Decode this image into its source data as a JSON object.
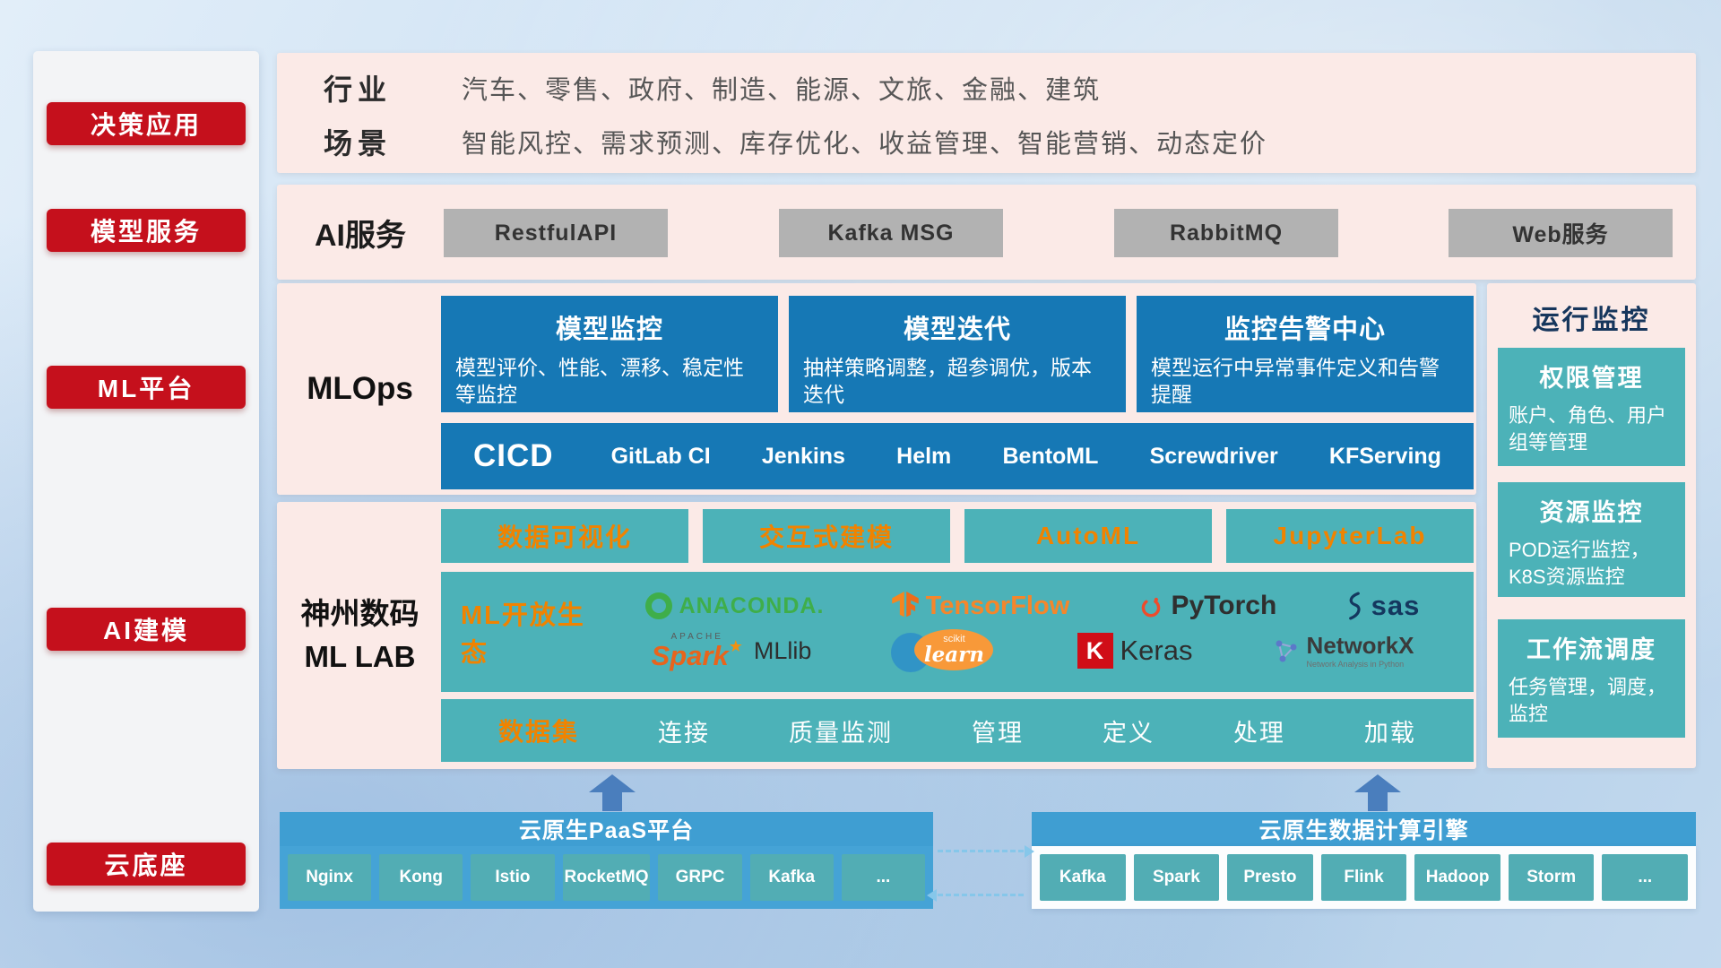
{
  "colors": {
    "accent_red": "#c5101c",
    "panel_pink": "#fbeae7",
    "primary_blue": "#1678b5",
    "teal": "#4cb2b8",
    "accent_orange": "#f08300",
    "cloud_blue": "#3f9ed2",
    "chip_teal": "#52adb4",
    "navy_text": "#16365c"
  },
  "sidebar": {
    "items": [
      "决策应用",
      "模型服务",
      "ML平台",
      "AI建模",
      "云底座"
    ]
  },
  "overview": {
    "industry_label": "行业",
    "industry_value": "汽车、零售、政府、制造、能源、文旅、金融、建筑",
    "scene_label": "场景",
    "scene_value": "智能风控、需求预测、库存优化、收益管理、智能营销、动态定价"
  },
  "ai_service": {
    "label": "AI服务",
    "items": [
      "RestfulAPI",
      "Kafka MSG",
      "RabbitMQ",
      "Web服务"
    ]
  },
  "mlops": {
    "label": "MLOps",
    "cards": [
      {
        "title": "模型监控",
        "desc": "模型评价、性能、漂移、稳定性等监控"
      },
      {
        "title": "模型迭代",
        "desc": "抽样策略调整，超参调优，版本迭代"
      },
      {
        "title": "监控告警中心",
        "desc": "模型运行中异常事件定义和告警提醒"
      }
    ],
    "cicd_label": "CICD",
    "cicd_items": [
      "GitLab CI",
      "Jenkins",
      "Helm",
      "BentoML",
      "Screwdriver",
      "KFServing"
    ]
  },
  "monitor": {
    "title": "运行监控",
    "cards": [
      {
        "title": "权限管理",
        "desc": "账户、角色、用户组等管理"
      },
      {
        "title": "资源监控",
        "desc": "POD运行监控，K8S资源监控"
      },
      {
        "title": "工作流调度",
        "desc": "任务管理，调度，监控"
      }
    ]
  },
  "mllab": {
    "label_line1": "神州数码",
    "label_line2": "ML LAB",
    "tools": [
      "数据可视化",
      "交互式建模",
      "AutoML",
      "JupyterLab"
    ],
    "ecosystem_label": "ML开放生态",
    "logos": {
      "anaconda": "ANACONDA.",
      "tensorflow": "TensorFlow",
      "pytorch": "PyTorch",
      "sas": "sas",
      "apache": "APACHE",
      "spark": "Spark",
      "spark_star": "★",
      "mllib": "MLlib",
      "scikit": "scikit",
      "learn": "learn",
      "keras_initial": "K",
      "keras": "Keras",
      "networkx": "NetworkX",
      "networkx_sub": "Network Analysis in Python"
    },
    "dataset_label": "数据集",
    "dataset_items": [
      "连接",
      "质量监测",
      "管理",
      "定义",
      "处理",
      "加载"
    ]
  },
  "cloud": {
    "paas_title": "云原生PaaS平台",
    "paas_items": [
      "Nginx",
      "Kong",
      "Istio",
      "RocketMQ",
      "GRPC",
      "Kafka",
      "..."
    ],
    "engine_title": "云原生数据计算引擎",
    "engine_items": [
      "Kafka",
      "Spark",
      "Presto",
      "Flink",
      "Hadoop",
      "Storm",
      "..."
    ]
  }
}
